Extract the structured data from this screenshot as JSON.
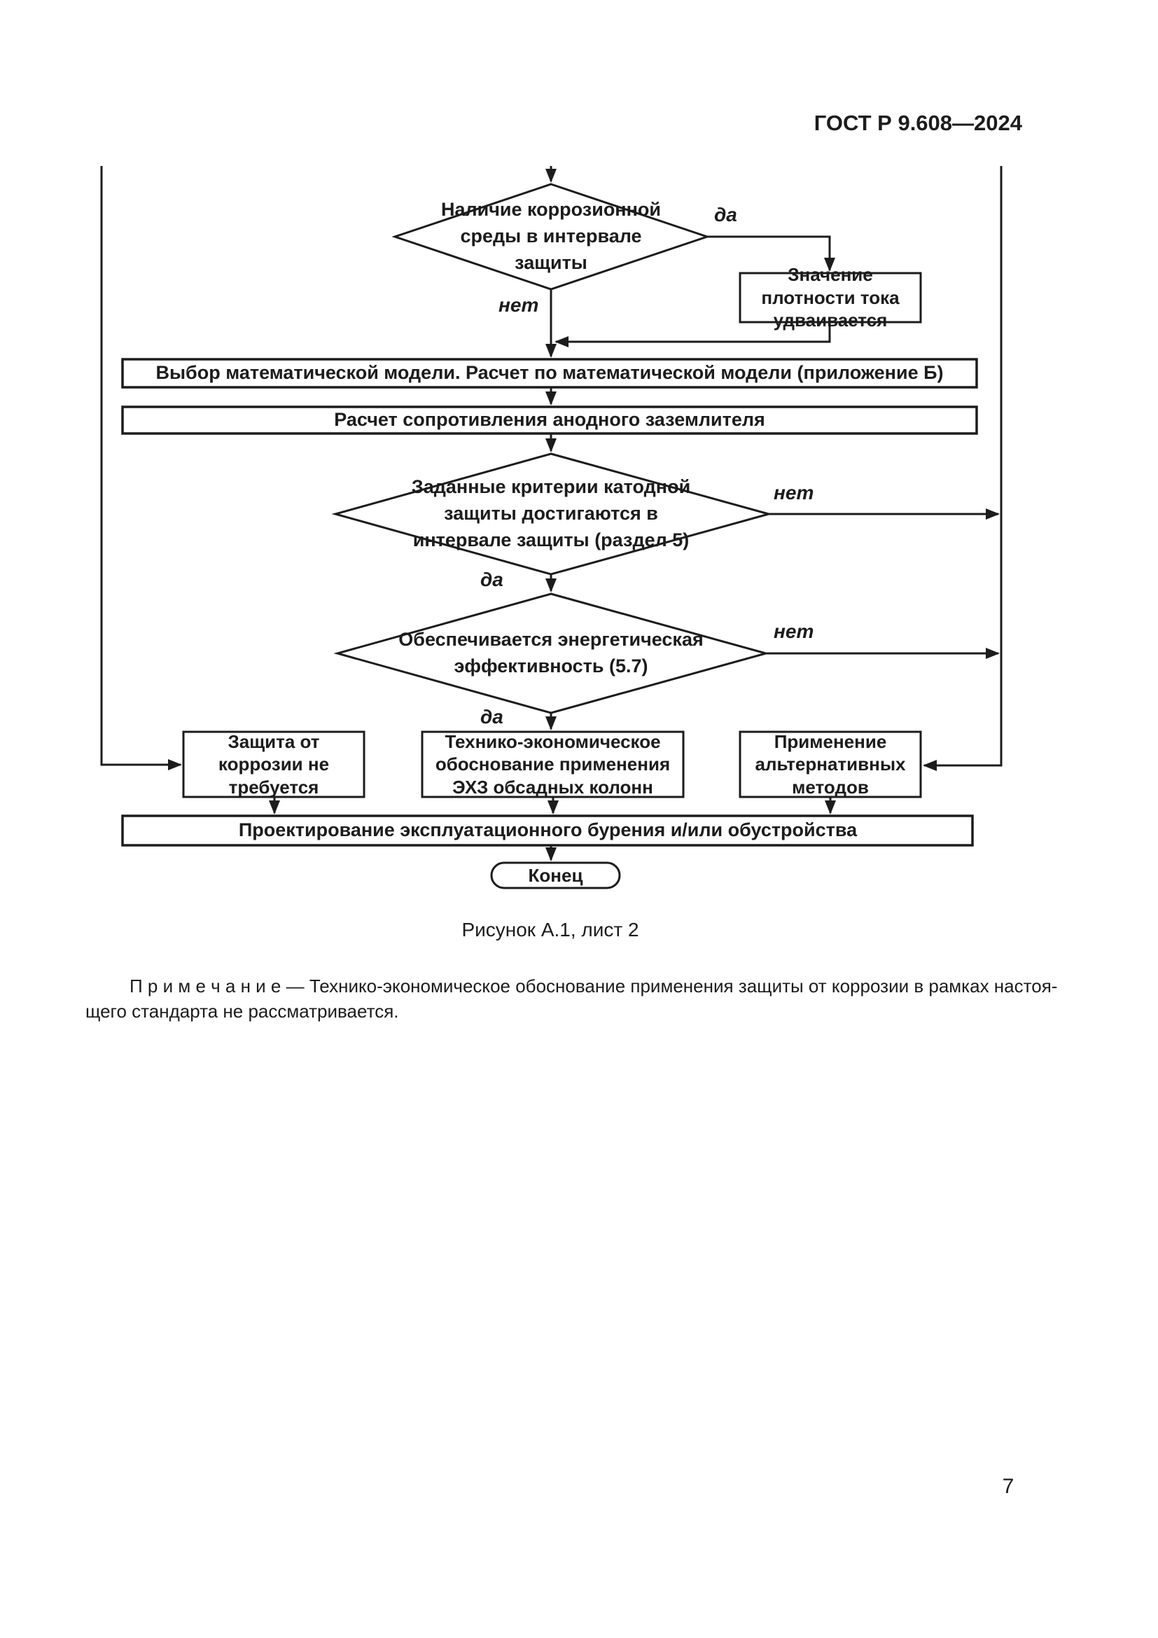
{
  "document": {
    "header": "ГОСТ Р 9.608—2024",
    "figure_caption": "Рисунок А.1, лист 2",
    "note_line1": "П р и м е ч а н и е   — Технико-экономическое обоснование применения защиты от коррозии в рамках настоя-",
    "note_line2": "щего стандарта не рассматривается.",
    "page_number": "7"
  },
  "flowchart": {
    "labels": {
      "yes": "да",
      "no": "нет"
    },
    "nodes": {
      "decision_corrosion_env": "Наличие коррозионной среды в интервале защиты",
      "process_current_density": "Значение плотности тока удваивается",
      "process_model_selection": "Выбор математической модели. Расчет по математической модели (приложение Б)",
      "process_anode_resistance": "Расчет сопротивления анодного заземлителя",
      "decision_criteria_met": "Заданные критерии катодной защиты достигаются в интервале защиты (раздел 5)",
      "decision_energy_efficiency": "Обеспечивается энергетическая эффективность (5.7)",
      "process_no_protection_needed": "Защита от коррозии не требуется",
      "process_feasibility_study": "Технико-экономическое обоснование применения ЭХЗ обсадных колонн",
      "process_alternative_methods": "Применение альтернативных методов",
      "process_design": "Проектирование эксплуатационного бурения и/или обустройства",
      "terminator_end": "Конец"
    }
  },
  "colors": {
    "ink": "#1c1c1c",
    "page_background": "#ffffff"
  }
}
